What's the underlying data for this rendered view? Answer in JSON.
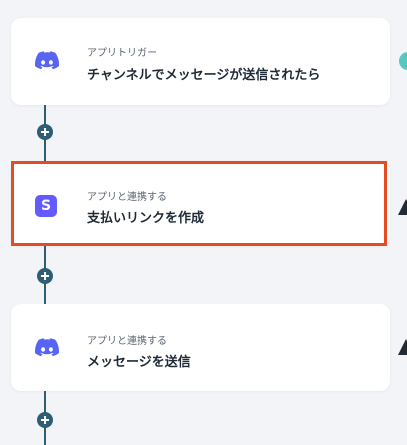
{
  "flow": {
    "steps": [
      {
        "subtitle": "アプリトリガー",
        "title": "チャンネルでメッセージが送信されたら",
        "icon": "discord-icon"
      },
      {
        "subtitle": "アプリと連携する",
        "title": "支払いリンクを作成",
        "icon": "stripe-icon",
        "icon_letter": "S"
      },
      {
        "subtitle": "アプリと連携する",
        "title": "メッセージを送信",
        "icon": "discord-icon"
      }
    ]
  },
  "colors": {
    "background": "#f3f4f7",
    "card": "#ffffff",
    "connector": "#2f5d73",
    "selection": "#e84a22",
    "discord": "#5865f2",
    "stripe": "#635bff",
    "status_circle": "#54c8c1"
  }
}
